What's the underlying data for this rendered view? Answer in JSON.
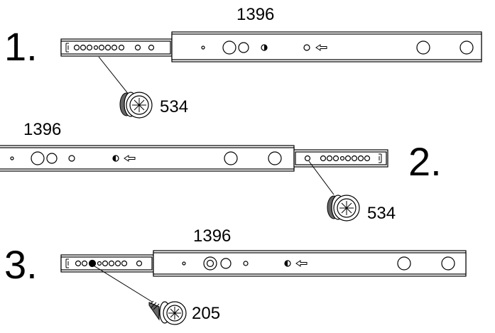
{
  "steps": [
    {
      "number": "1.",
      "length_label": "1396",
      "screw_label": "534"
    },
    {
      "number": "2.",
      "length_label": "1396",
      "screw_label": "534"
    },
    {
      "number": "3.",
      "length_label": "1396",
      "screw_label": "205"
    }
  ]
}
